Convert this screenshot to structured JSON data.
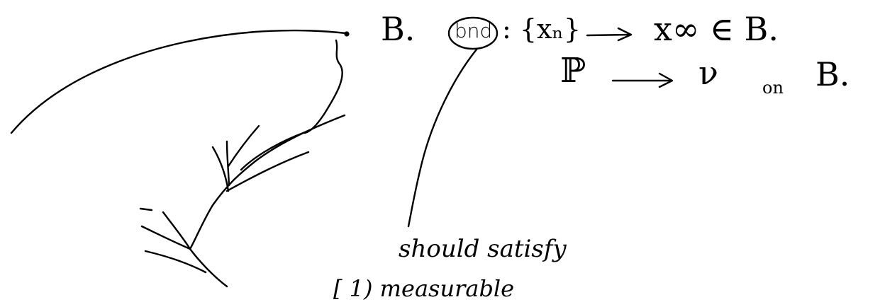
{
  "notes": {
    "line1": {
      "space": "B.",
      "circled": "bnd",
      "sequence": ": {xₙ}",
      "arrow": "⟶",
      "limit": "x∞ ∈ B."
    },
    "line2": {
      "measure": "ℙ",
      "arrow": "⟶",
      "limit_measure": "ν",
      "on_word": "on",
      "space": "B."
    },
    "annotation": "should satisfy",
    "condition": "[ 1)  measurable"
  },
  "colors": {
    "ink": "#000000",
    "paper": "#ffffff"
  }
}
